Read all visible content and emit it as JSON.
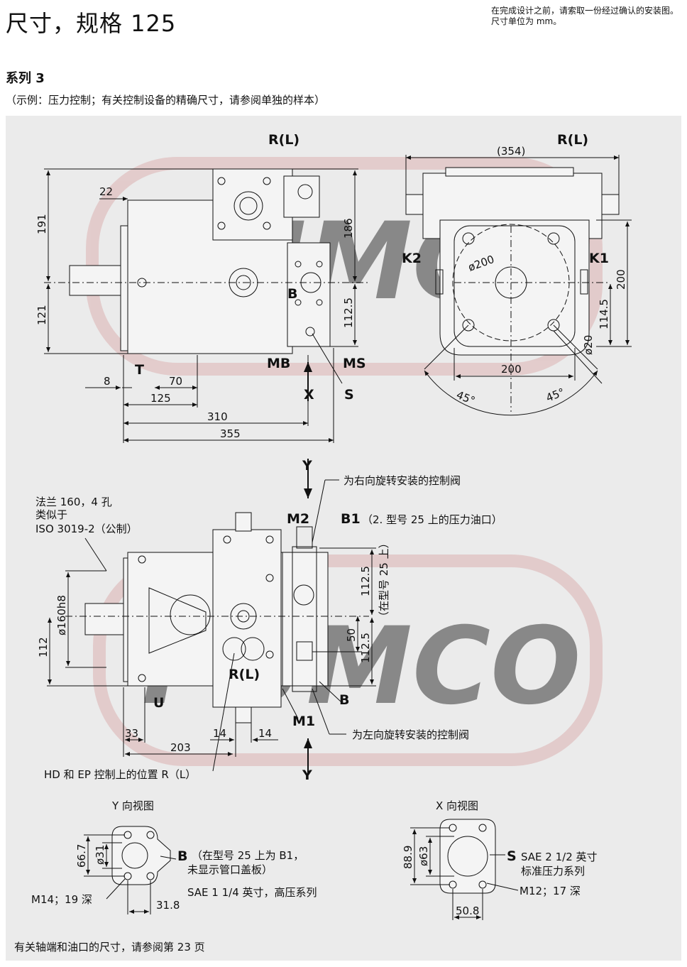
{
  "header": {
    "title": "尺寸，规格 125",
    "note": "在完成设计之前，请索取一份经过确认的安装图。尺寸单位为 mm。",
    "series": "系列 3",
    "subtitle": "（示例：压力控制；有关控制设备的精确尺寸，请参阅单独的样本）"
  },
  "footer": {
    "text": "有关轴端和油口的尺寸，请参阅第 23 页"
  },
  "watermark": {
    "text": "PUMCO",
    "color": "#d9a6a6"
  },
  "colors": {
    "panel": "#ebebeb",
    "line": "#111111",
    "body": "#f4f4f4"
  },
  "drawing": {
    "side_view": {
      "port_rl": "R(L)",
      "port_b": "B",
      "port_t": "T",
      "port_mb": "MB",
      "port_ms": "MS",
      "port_s": "S",
      "view_x": "X",
      "dims": [
        "22",
        "191",
        "121",
        "186",
        "112.5",
        "8",
        "70",
        "125",
        "310",
        "355"
      ]
    },
    "front_view": {
      "port_rl": "R(L)",
      "port_k2": "K2",
      "port_k1": "K1",
      "dims": [
        "(354)",
        "ø200",
        "200",
        "114.5",
        "ø20",
        "200",
        "45°",
        "45°"
      ]
    },
    "top_view": {
      "flange_note": [
        "法兰 160，4 孔",
        "类似于",
        "ISO 3019-2（公制）"
      ],
      "port_y": "Y",
      "port_m2": "M2",
      "port_b1": "B1",
      "port_b1_note": "（2. 型号 25 上的压力油口）",
      "right_valve": "为右向旋转安装的控制阀",
      "left_valve": "为左向旋转安装的控制阀",
      "port_rl": "R(L)",
      "port_b": "B",
      "port_u": "U",
      "port_m1": "M1",
      "hd_ep_note": "HD 和 EP 控制上的位置 R（L）",
      "vertical_note": "（在型号 25 上）",
      "dims": [
        "ø160h8",
        "112",
        "112.5",
        "50",
        "112.5",
        "33",
        "14",
        "14",
        "203"
      ]
    },
    "view_y": {
      "title": "Y 向视图",
      "port_b": "B",
      "note1": "（在型号 25 上为 B1，",
      "note2": "未显示管口盖板）",
      "sae": "SAE 1 1/4 英寸，高压系列",
      "thread": "M14；19 深",
      "dims": [
        "66.7",
        "ø31",
        "31.8"
      ]
    },
    "view_x": {
      "title": "X 向视图",
      "port_s": "S",
      "sae1": "SAE 2 1/2 英寸",
      "sae2": "标准压力系列",
      "thread": "M12；17 深",
      "dims": [
        "88.9",
        "ø63",
        "50.8"
      ]
    }
  }
}
